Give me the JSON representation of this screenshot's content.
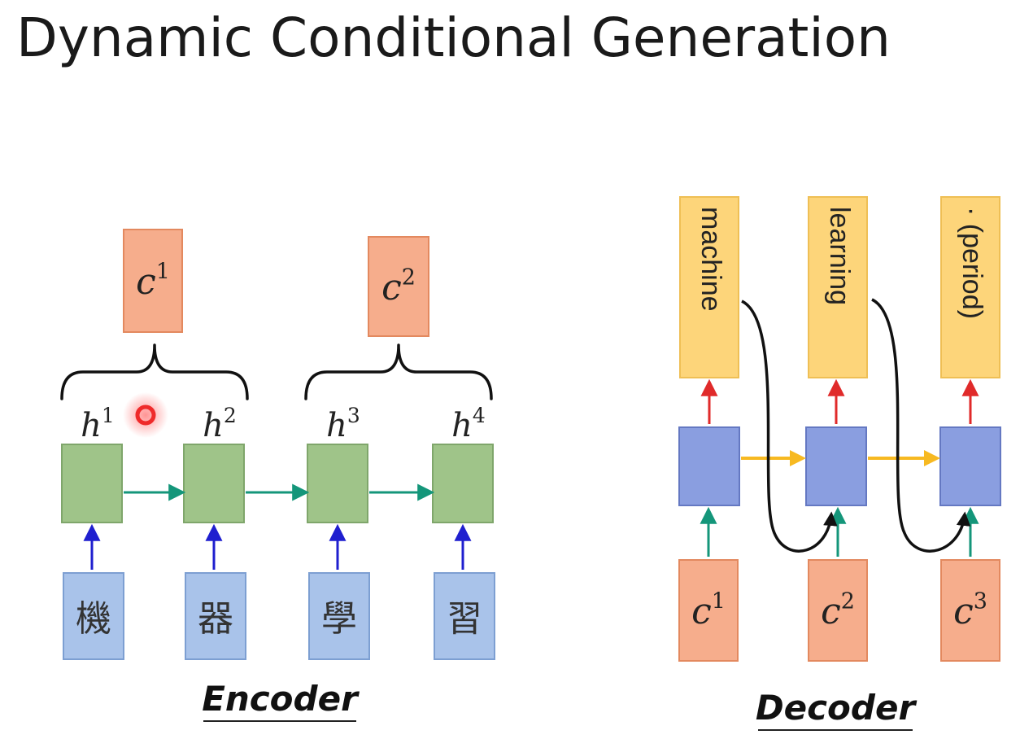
{
  "title": "Dynamic Conditional Generation",
  "colors": {
    "context_fill": "#f6ad8c",
    "context_stroke": "#e3895f",
    "hidden_fill": "#9fc489",
    "hidden_stroke": "#7fa66b",
    "input_fill": "#a9c3ea",
    "input_stroke": "#7d9fd2",
    "decoder_fill": "#8a9ee0",
    "decoder_stroke": "#6478c2",
    "output_fill": "#fdd57a",
    "output_stroke": "#efbf55",
    "arrow_green": "#14967a",
    "arrow_blue": "#1f1fcf",
    "arrow_red": "#e02a2a",
    "arrow_yellow": "#f7b921",
    "brace": "#111111",
    "pointer": "#ef2a2a"
  },
  "encoder": {
    "label": "Encoder",
    "contexts": [
      {
        "base": "c",
        "sup": "1"
      },
      {
        "base": "c",
        "sup": "2"
      }
    ],
    "hidden": [
      {
        "base": "h",
        "sup": "1"
      },
      {
        "base": "h",
        "sup": "2"
      },
      {
        "base": "h",
        "sup": "3"
      },
      {
        "base": "h",
        "sup": "4"
      }
    ],
    "inputs": [
      "機",
      "器",
      "學",
      "習"
    ]
  },
  "decoder": {
    "label": "Decoder",
    "outputs": [
      "machine",
      "learning",
      "· (period)"
    ],
    "contexts": [
      {
        "base": "c",
        "sup": "1"
      },
      {
        "base": "c",
        "sup": "2"
      },
      {
        "base": "c",
        "sup": "3"
      }
    ]
  }
}
